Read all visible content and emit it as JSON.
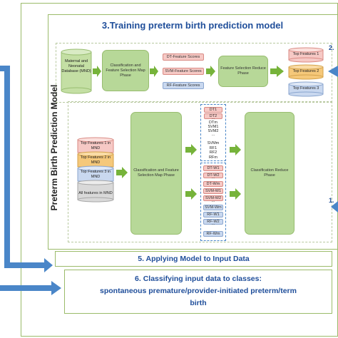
{
  "title_training": "3.Training preterm birth prediction model",
  "side_label": "Preterm Birth Prediction Model",
  "step2_partial": "2.",
  "step1_partial": "1.",
  "mnd_db": "Maternal and Neonatal Database (MND)",
  "phase_classification_feature_selection": "Classification and Feature Selection Map Phase",
  "feature_scores": [
    "DT-Feature Scores",
    "SVM-Feature Scores",
    "RF-Feature Scores"
  ],
  "phase_feature_selection_reduce": "Feature Selection Reduce Phase",
  "top_features": [
    "Top Features 1",
    "Top Features 2",
    "Top Features 3"
  ],
  "mnd_sets": [
    "Top Features 1 in MND",
    "Top Features 2 in MND",
    "Top Features 3 in MND",
    "All features in MND"
  ],
  "phase_classification_feature_selection_2": "Classification and Feature Selection Map Phase",
  "models_group_top": [
    "DT1",
    "DT2",
    "DTm",
    "SVM1",
    "SVM2",
    "SVMm",
    "RF1",
    "RF2",
    "RFm"
  ],
  "models_group_bottom": [
    "DT-W1",
    "DT-W2",
    "DT-Wm",
    "SVM-W1",
    "SVM-W2",
    "SVM-Wm",
    "RF-W1",
    "RF-W2",
    "RF-Wm"
  ],
  "dots": "...",
  "phase_classification_reduce": "Classification Reduce Phase",
  "step5": "5. Applying Model to Input Data",
  "step6_line1": "6. Classifying input data to classes:",
  "step6_line2": "spontaneous premature/provider-initiated preterm/term",
  "step6_line3": "birth",
  "colors": {
    "border_green": "#9bbb6a",
    "title_blue": "#1f4e9a",
    "arrow_blue": "#4a86c8",
    "arrow_green": "#76b33a"
  }
}
